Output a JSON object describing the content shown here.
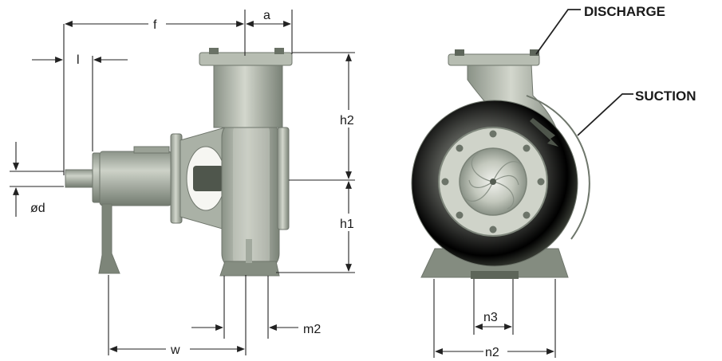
{
  "labels": {
    "f": "f",
    "a": "a",
    "l": "l",
    "h2": "h2",
    "h1": "h1",
    "od": "ød",
    "w": "w",
    "m2": "m2",
    "discharge": "DISCHARGE",
    "suction": "SUCTION",
    "n3": "n3",
    "n2": "n2"
  },
  "colors": {
    "metal_light": "#c9cec4",
    "metal_mid": "#a9b0a5",
    "metal_dark": "#7f877c",
    "metal_shadow": "#5e665b",
    "line": "#222222"
  }
}
